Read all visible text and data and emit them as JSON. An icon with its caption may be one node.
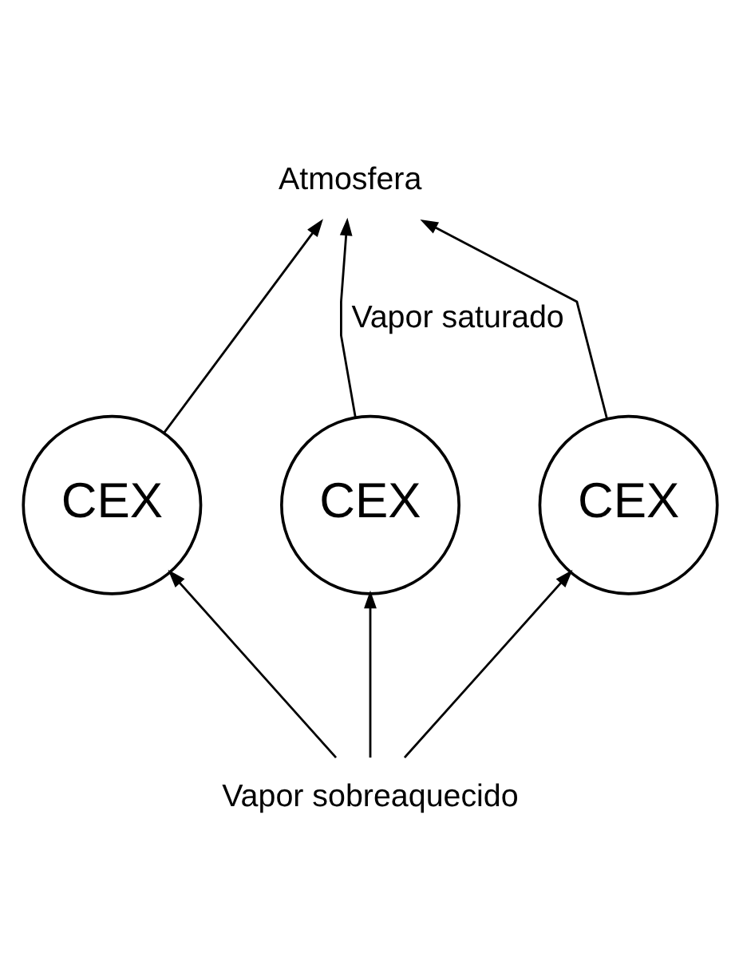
{
  "diagram": {
    "nodes": [
      {
        "text": [
          "Atmosfera"
        ]
      },
      {
        "text": [
          "CEX"
        ]
      },
      {
        "text": [
          "CEX"
        ]
      },
      {
        "text": [
          "CEX"
        ]
      },
      {
        "text": [
          "Vapor sobreaquecido"
        ]
      }
    ],
    "edges": [
      {
        "from": 4,
        "to": 1,
        "arrow": "to"
      },
      {
        "from": 4,
        "to": 2,
        "arrow": "to"
      },
      {
        "from": 4,
        "to": 3,
        "arrow": "to"
      },
      {
        "from": 1,
        "to": 0,
        "arrow": "to"
      },
      {
        "from": 2,
        "to": 0,
        "arrow": "to",
        "label": "Vapor saturado"
      },
      {
        "from": 3,
        "to": 0,
        "arrow": "to"
      }
    ]
  }
}
